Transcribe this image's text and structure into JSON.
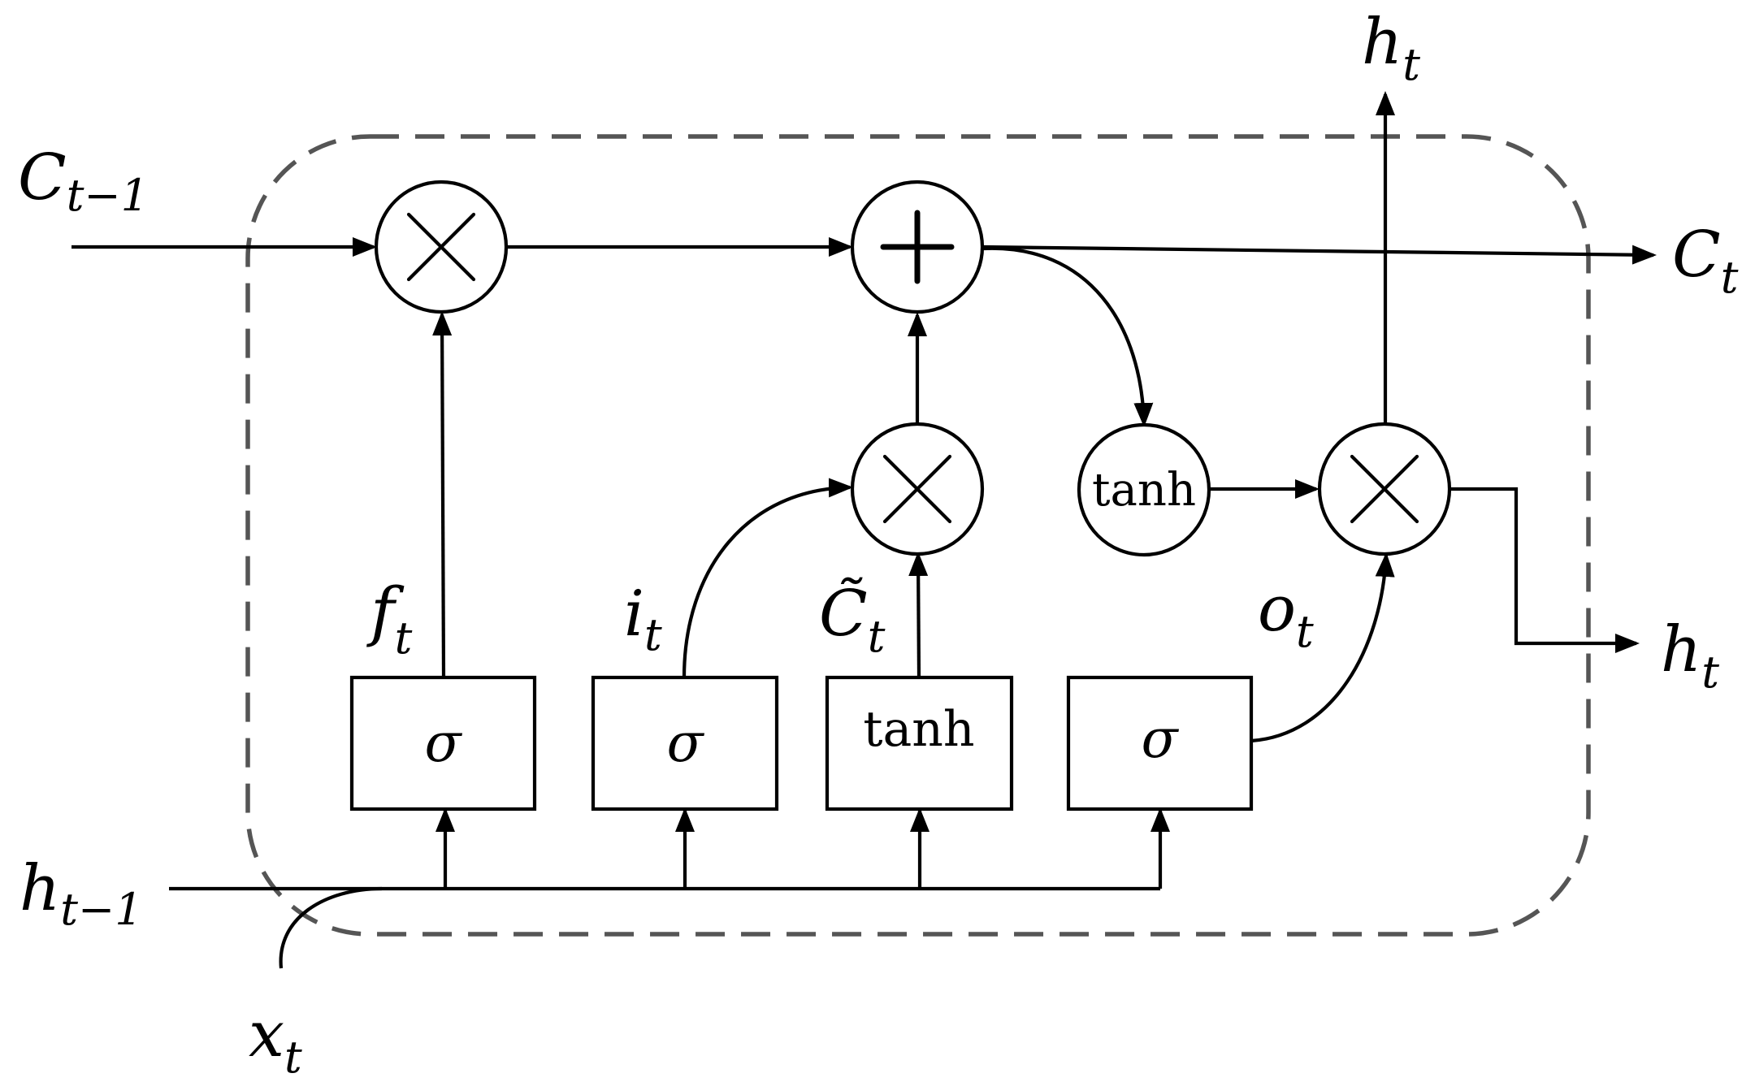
{
  "labels": {
    "c_prev_main": "C",
    "c_prev_sub": "t−1",
    "c_out_main": "C",
    "c_out_sub": "t",
    "h_top_main": "h",
    "h_top_sub": "t",
    "h_right_main": "h",
    "h_right_sub": "t",
    "h_prev_main": "h",
    "h_prev_sub": "t−1",
    "x_main": "x",
    "x_sub": "t",
    "f_main": "f",
    "f_sub": "t",
    "i_main": "i",
    "i_sub": "t",
    "c_tilde_main": "C̃",
    "c_tilde_sub": "t",
    "o_main": "o",
    "o_sub": "t"
  },
  "gates": {
    "forget": "σ",
    "input": "σ",
    "candidate": "tanh",
    "output": "σ"
  },
  "ops": {
    "cell_tanh": "tanh"
  },
  "colors": {
    "line": "#000000",
    "cell_border": "#555555",
    "background": "#ffffff"
  }
}
